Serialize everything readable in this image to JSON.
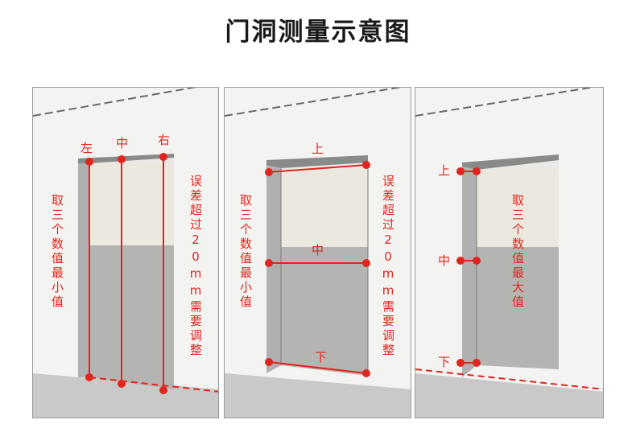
{
  "title": "门洞测量示意图",
  "panels": [
    {
      "labels": {
        "left": "左",
        "middle": "中",
        "right": "右"
      },
      "note": "取三个数值最小值",
      "note2": "误差超过20mm需要调整"
    },
    {
      "labels": {
        "top": "上",
        "middle": "中",
        "bottom": "下"
      },
      "note": "取三个数值最小值",
      "note2": "误差超过20mm需要调整"
    },
    {
      "labels": {
        "top": "上",
        "middle": "中",
        "bottom": "下"
      },
      "note": "取三个数值最大值"
    }
  ],
  "colors": {
    "accent": "#e0261e"
  }
}
